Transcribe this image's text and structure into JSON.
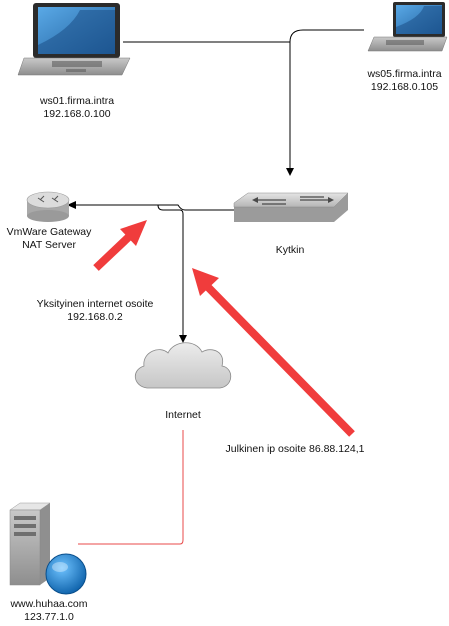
{
  "nodes": {
    "ws01": {
      "hostname": "ws01.firma.intra",
      "ip": "192.168.0.100",
      "icon": "laptop-icon"
    },
    "ws05": {
      "hostname": "ws05.firma.intra",
      "ip": "192.168.0.105",
      "icon": "laptop-icon"
    },
    "gateway": {
      "line1": "VmWare Gateway",
      "line2": "NAT Server",
      "icon": "router-icon"
    },
    "switch": {
      "label": "Kytkin",
      "icon": "switch-icon"
    },
    "internet": {
      "label": "Internet",
      "icon": "cloud-icon"
    },
    "server": {
      "hostname": "www.huhaa.com",
      "ip": "123.77.1.0",
      "icon": "server-globe-icon"
    }
  },
  "annotations": {
    "private_ip": {
      "line1": "Yksityinen internet osoite",
      "line2": "192.168.0.2"
    },
    "public_ip": {
      "text": "Julkinen ip osoite 86.88.124,1"
    }
  },
  "colors": {
    "connector": "#000000",
    "server_link": "#e84a4a",
    "highlight_arrow": "#f03c3c",
    "screen_blue": "#1f6fb5",
    "device_gray": "#8c8c8c",
    "cloud": "#d9d9d9"
  }
}
